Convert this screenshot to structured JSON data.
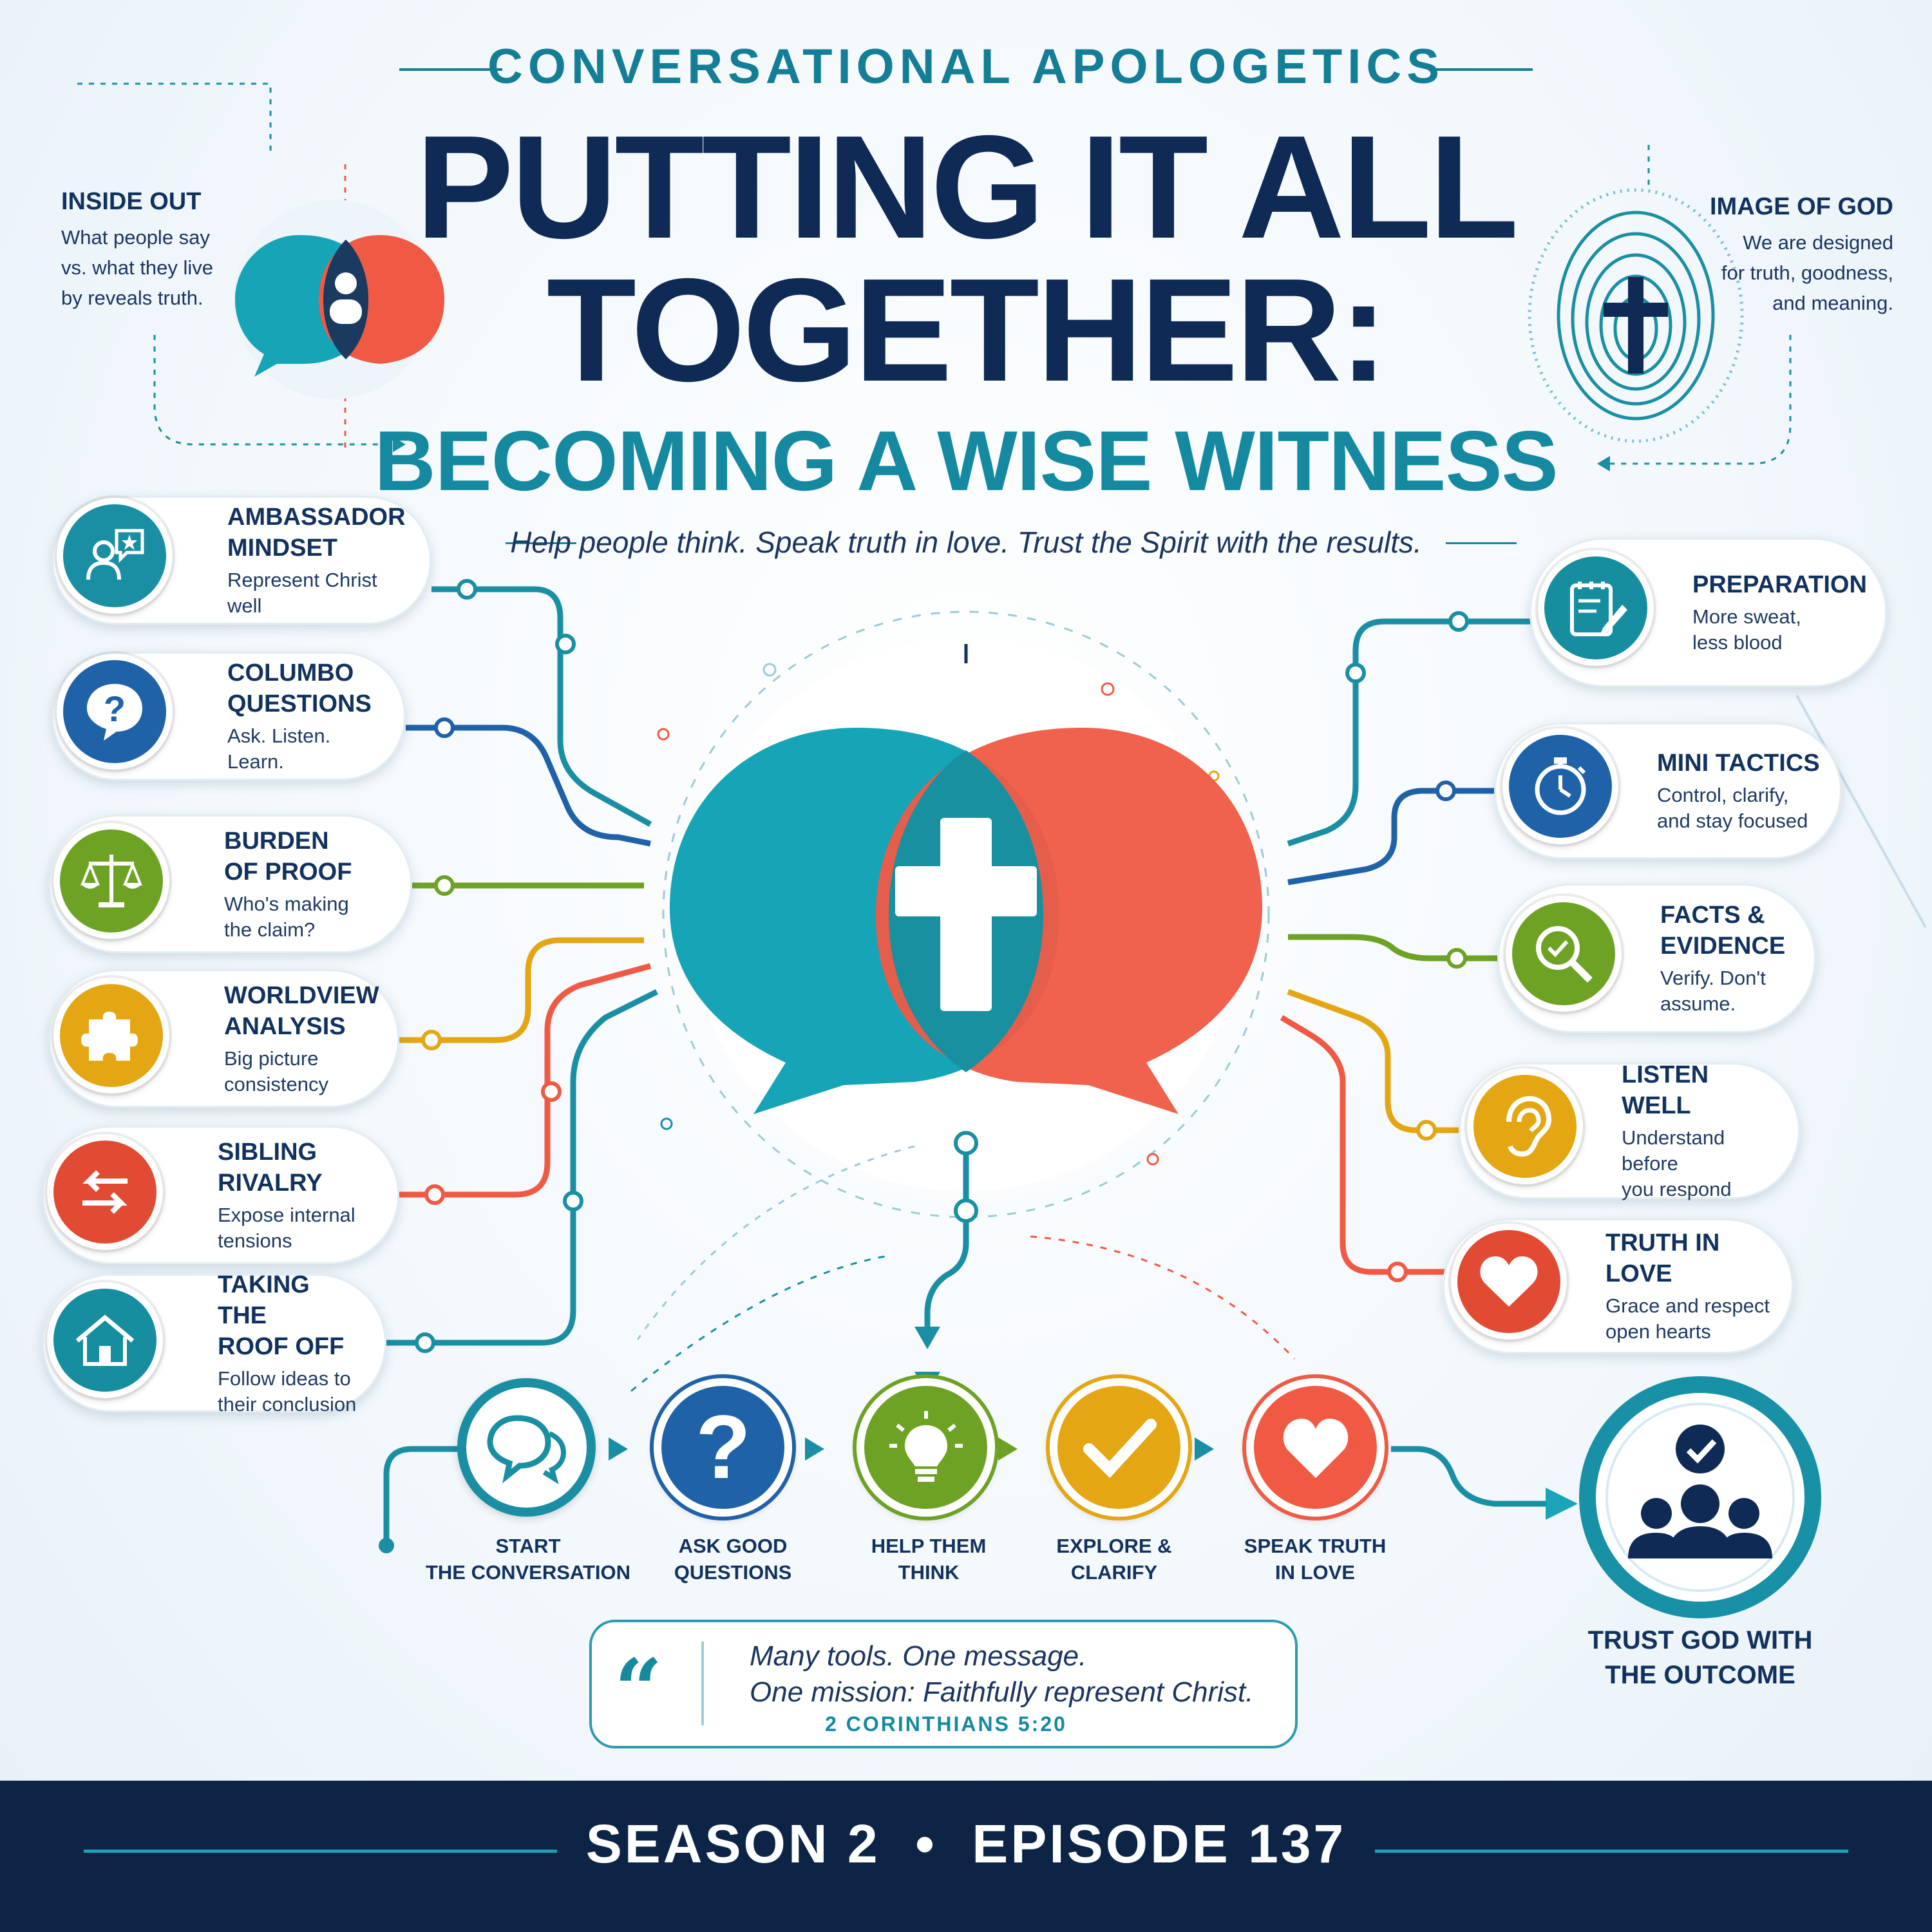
{
  "header": {
    "kicker": "CONVERSATIONAL APOLOGETICS",
    "title_line1": "PUTTING IT ALL",
    "title_line2": "TOGETHER:",
    "subtitle": "BECOMING A WISE WITNESS",
    "tagline": "Help people think. Speak truth in love. Trust the Spirit with the results."
  },
  "corners": {
    "inside_out": {
      "title": "INSIDE OUT",
      "text1": "What people say",
      "text2": "vs. what they live",
      "text3": "by reveals truth."
    },
    "image_of_god": {
      "title": "IMAGE OF GOD",
      "text1": "We are designed",
      "text2": "for truth, goodness,",
      "text3": "and meaning."
    }
  },
  "left_cards": [
    {
      "title1": "AMBASSADOR",
      "title2": "MINDSET",
      "desc1": "Represent Christ well",
      "desc2": "",
      "icon": "ambassador-icon",
      "color": "#1a8fa3"
    },
    {
      "title1": "COLUMBO",
      "title2": "QUESTIONS",
      "desc1": "Ask. Listen. Learn.",
      "desc2": "",
      "icon": "question-icon",
      "color": "#1f62a8"
    },
    {
      "title1": "BURDEN",
      "title2": "OF PROOF",
      "desc1": "Who's making",
      "desc2": "the claim?",
      "icon": "scales-icon",
      "color": "#6ea225"
    },
    {
      "title1": "WORLDVIEW",
      "title2": "ANALYSIS",
      "desc1": "Big picture",
      "desc2": "consistency",
      "icon": "puzzle-icon",
      "color": "#e4a613"
    },
    {
      "title1": "SIBLING",
      "title2": "RIVALRY",
      "desc1": "Expose internal",
      "desc2": "tensions",
      "icon": "arrows-icon",
      "color": "#e24b33"
    },
    {
      "title1": "TAKING THE",
      "title2": "ROOF OFF",
      "desc1": "Follow ideas to",
      "desc2": "their conclusion",
      "icon": "house-icon",
      "color": "#168ea0"
    }
  ],
  "right_cards": [
    {
      "title1": "PREPARATION",
      "title2": "",
      "desc1": "More sweat,",
      "desc2": "less blood",
      "icon": "notepad-icon",
      "color": "#168ea0"
    },
    {
      "title1": "MINI TACTICS",
      "title2": "",
      "desc1": "Control, clarify,",
      "desc2": "and stay focused",
      "icon": "stopwatch-icon",
      "color": "#1f62a8"
    },
    {
      "title1": "FACTS &",
      "title2": "EVIDENCE",
      "desc1": "Verify. Don't",
      "desc2": "assume.",
      "icon": "magnifier-icon",
      "color": "#6ea225"
    },
    {
      "title1": "LISTEN WELL",
      "title2": "",
      "desc1": "Understand before",
      "desc2": "you respond",
      "icon": "ear-icon",
      "color": "#e4a613"
    },
    {
      "title1": "TRUTH IN LOVE",
      "title2": "",
      "desc1": "Grace and respect",
      "desc2": "open hearts",
      "icon": "heart-icon",
      "color": "#e24b33"
    }
  ],
  "steps": [
    {
      "line1": "START",
      "line2": "THE CONVERSATION",
      "icon": "chat-bubbles-icon",
      "color": "#1a8fa3"
    },
    {
      "line1": "ASK GOOD",
      "line2": "QUESTIONS",
      "icon": "question-icon",
      "color": "#1f62a8"
    },
    {
      "line1": "HELP THEM",
      "line2": "THINK",
      "icon": "lightbulb-icon",
      "color": "#6ea225"
    },
    {
      "line1": "EXPLORE &",
      "line2": "CLARIFY",
      "icon": "checkmark-icon",
      "color": "#e4a613"
    },
    {
      "line1": "SPEAK TRUTH",
      "line2": "IN LOVE",
      "icon": "heart-icon",
      "color": "#e24b33"
    }
  ],
  "outcome": {
    "line1": "TRUST GOD WITH",
    "line2": "THE OUTCOME",
    "icon": "group-check-icon"
  },
  "quote": {
    "line1": "Many tools. One message.",
    "line2": "One mission: Faithfully represent Christ.",
    "reference": "2 CORINTHIANS 5:20"
  },
  "footer": {
    "text": "SEASON 2  •  EPISODE 137"
  },
  "colors": {
    "teal": "#1aa3b9",
    "coral": "#f05a45",
    "navy": "#0f2a55",
    "green": "#6ea225",
    "gold": "#e4a613",
    "blue": "#1f62a8"
  }
}
